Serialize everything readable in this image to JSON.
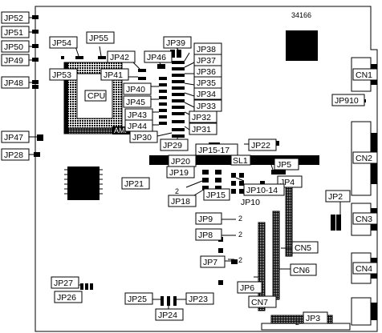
{
  "board": {
    "part_number": "34166",
    "cpu_label": "CPU",
    "amp_label": "AMP",
    "slot_label": "SL1",
    "pin_number_2": "2",
    "pin_number_10": "JP10"
  },
  "labels": {
    "JP52": "JP52",
    "JP51": "JP51",
    "JP50": "JP50",
    "JP49": "JP49",
    "JP48": "JP48",
    "JP47": "JP47",
    "JP28": "JP28",
    "JP54": "JP54",
    "JP55": "JP55",
    "JP53": "JP53",
    "JP42": "JP42",
    "JP41": "JP41",
    "JP40": "JP40",
    "JP46": "JP46",
    "JP45": "JP45",
    "JP43": "JP43",
    "JP44": "JP44",
    "JP39": "JP39",
    "JP38": "JP38",
    "JP37": "JP37",
    "JP36": "JP36",
    "JP35": "JP35",
    "JP34": "JP34",
    "JP33": "JP33",
    "JP32": "JP32",
    "JP31": "JP31",
    "JP30": "JP30",
    "JP29": "JP29",
    "JP22": "JP22",
    "JP20": "JP20",
    "JP15_17": "JP15-17",
    "JP5": "JP5",
    "JP4": "JP4",
    "JP21": "JP21",
    "JP19": "JP19",
    "JP15": "JP15",
    "JP10_14": "JP10-14",
    "JP18": "JP18",
    "JP9": "JP9",
    "JP8": "JP8",
    "JP7": "JP7",
    "JP6": "JP6",
    "JP27": "JP27",
    "JP26": "JP26",
    "JP25": "JP25",
    "JP24": "JP24",
    "JP23": "JP23",
    "JP3": "JP3",
    "JP2": "JP2",
    "JP910": "JP910",
    "CN1": "CN1",
    "CN2": "CN2",
    "CN3": "CN3",
    "CN4": "CN4",
    "CN5": "CN5",
    "CN6": "CN6",
    "CN7": "CN7"
  }
}
